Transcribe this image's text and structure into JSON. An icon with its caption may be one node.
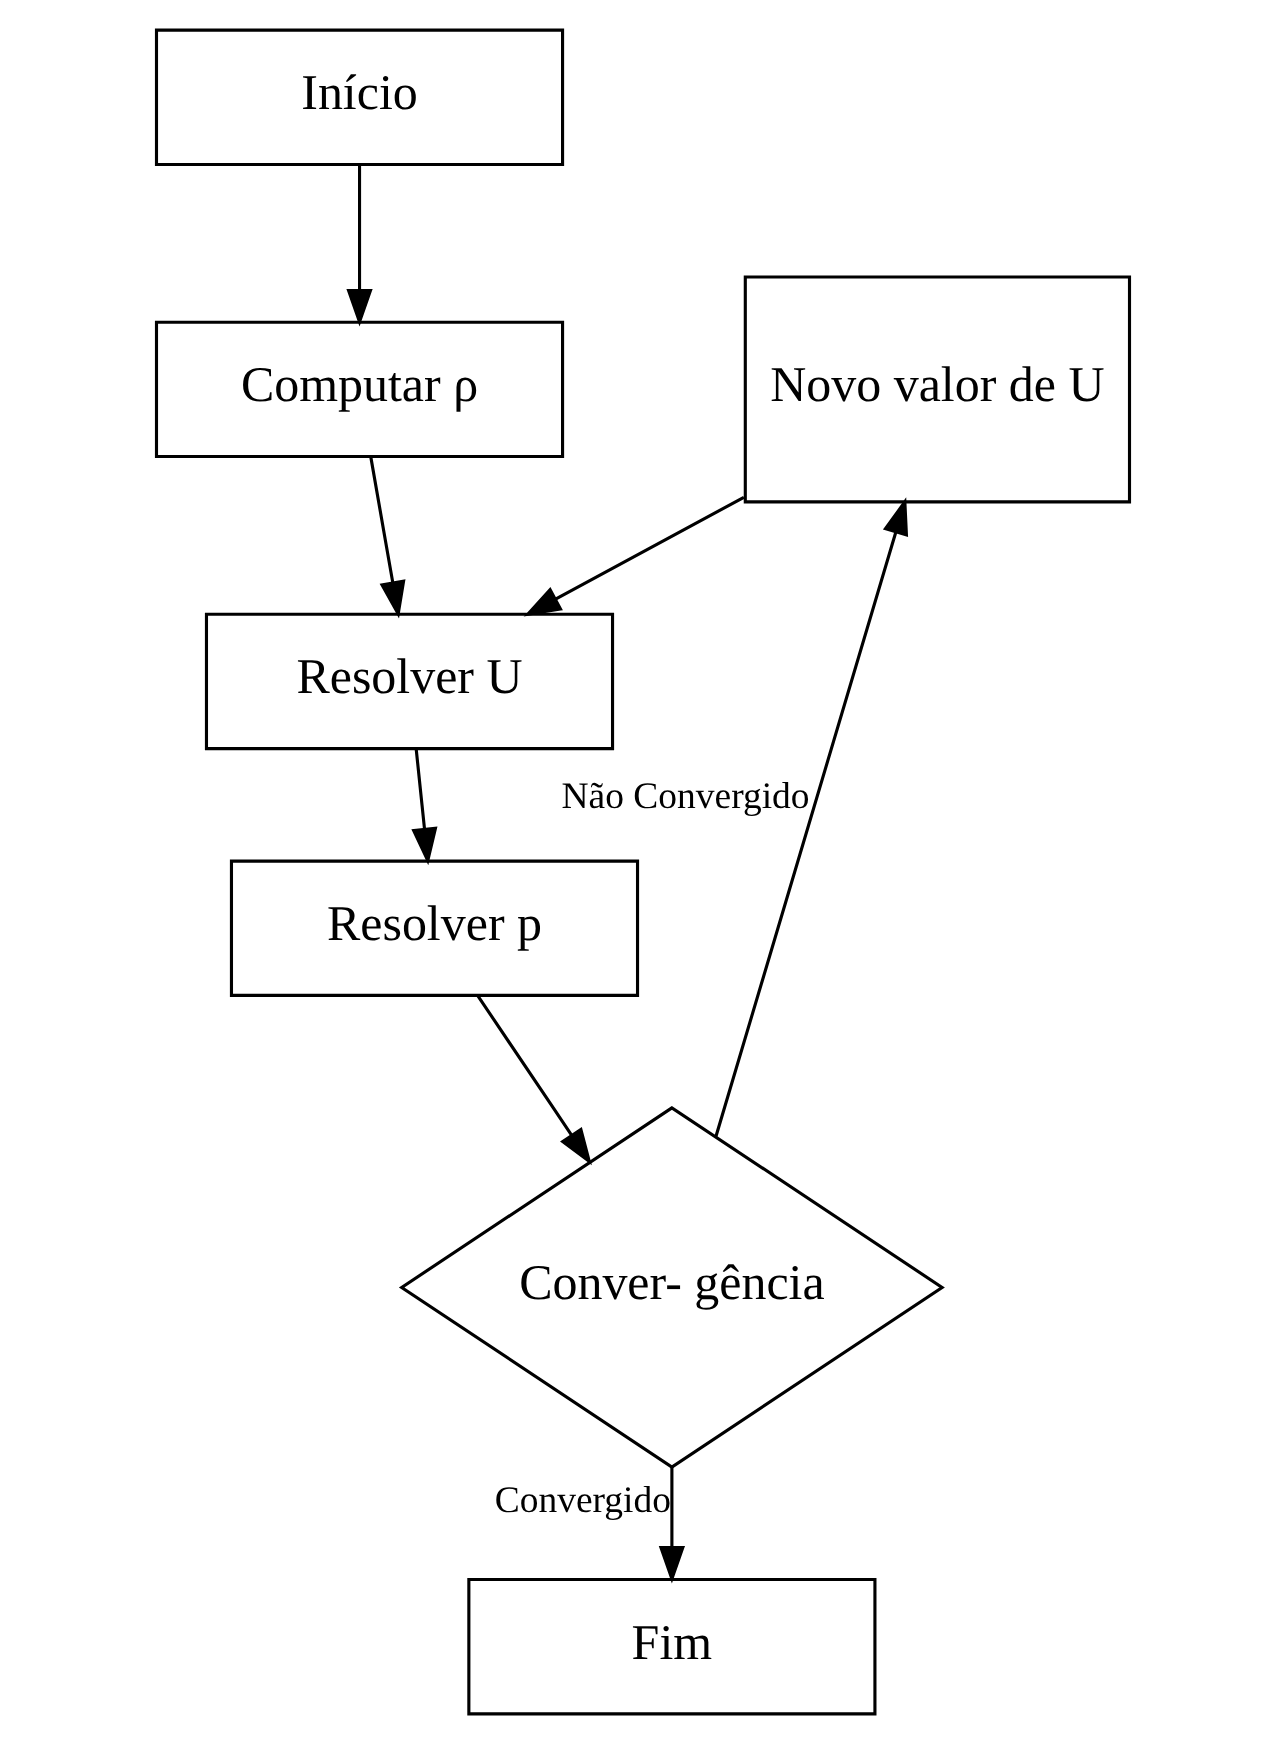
{
  "diagram": {
    "nodes": [
      {
        "text": [
          "Início"
        ]
      },
      {
        "text": [
          "Computar ρ"
        ]
      },
      {
        "text": [
          "Resolver U"
        ]
      },
      {
        "text": [
          "Resolver p"
        ]
      },
      {
        "text": [
          "Conver- gência"
        ]
      },
      {
        "text": [
          "Fim"
        ]
      },
      {
        "text": [
          "Novo valor de U"
        ]
      }
    ],
    "edges": [
      {
        "from": 0,
        "to": 1,
        "arrow": "to"
      },
      {
        "from": 1,
        "to": 2,
        "arrow": "to"
      },
      {
        "from": 6,
        "to": 2,
        "arrow": "to"
      },
      {
        "from": 2,
        "to": 3,
        "arrow": "to"
      },
      {
        "from": 3,
        "to": 4,
        "arrow": "to"
      },
      {
        "from": 4,
        "to": 5,
        "arrow": "to",
        "label": "Convergido"
      },
      {
        "from": 4,
        "to": 6,
        "arrow": "to",
        "label": "Não Convergido"
      }
    ]
  }
}
